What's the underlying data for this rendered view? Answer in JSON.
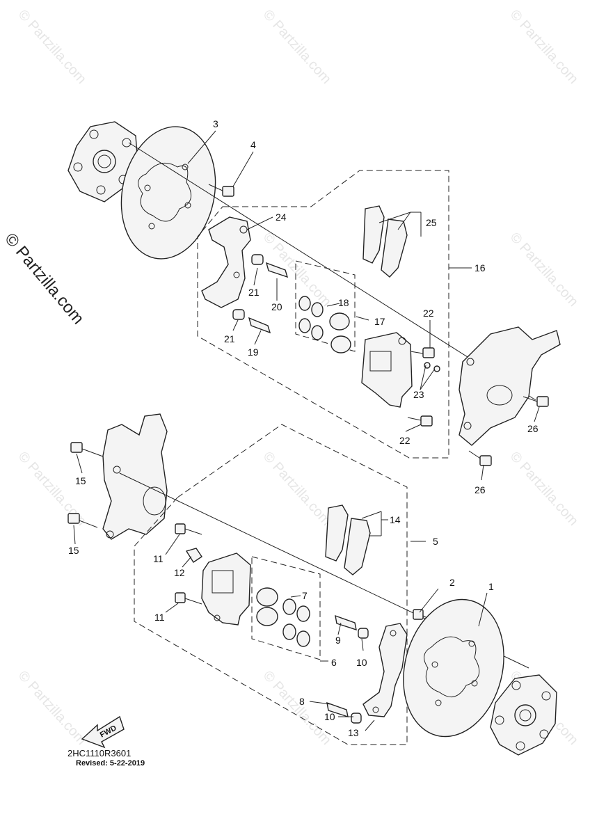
{
  "watermark": {
    "text": "© Partzilla.com"
  },
  "side_watermark": "© Partzilla.com",
  "diagram_code": "2HC1110R3601",
  "revised": "Revised: 5-22-2019",
  "fwd_label": "FWD",
  "callouts": {
    "c1": "1",
    "c2": "2",
    "c3": "3",
    "c4": "4",
    "c5": "5",
    "c6": "6",
    "c7": "7",
    "c8": "8",
    "c9": "9",
    "c10a": "10",
    "c10b": "10",
    "c11a": "11",
    "c11b": "11",
    "c12": "12",
    "c13": "13",
    "c14": "14",
    "c15a": "15",
    "c15b": "15",
    "c16": "16",
    "c17": "17",
    "c18": "18",
    "c19": "19",
    "c20": "20",
    "c21a": "21",
    "c21b": "21",
    "c22a": "22",
    "c22b": "22",
    "c23": "23",
    "c24": "24",
    "c25": "25",
    "c26a": "26",
    "c26b": "26"
  }
}
